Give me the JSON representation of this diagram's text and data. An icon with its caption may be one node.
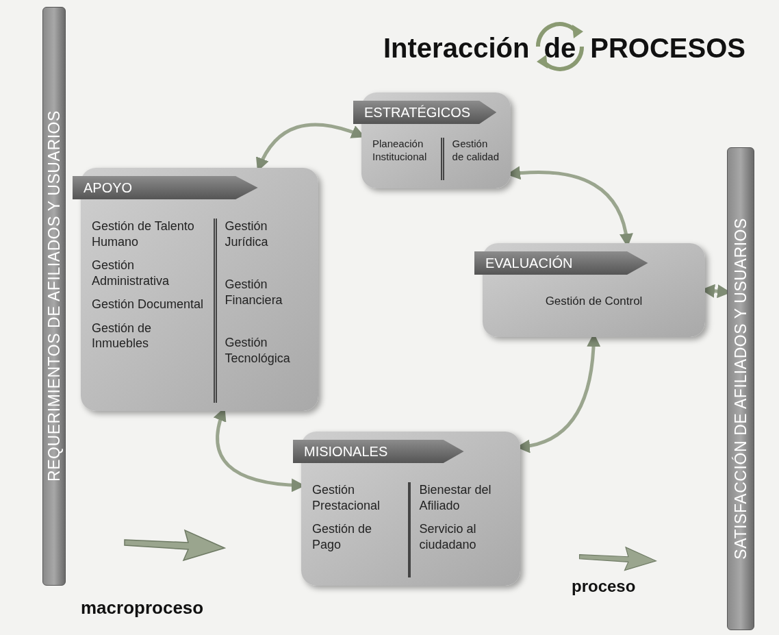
{
  "diagram": {
    "title": "Interacción de PROCESOS",
    "nodes": [
      {
        "text": [
          "REQUERIMIENTOS DE AFILIADOS Y USUARIOS"
        ]
      },
      {
        "text": [
          "SATISFACCIÓN DE AFILIADOS Y USUARIOS"
        ]
      },
      {
        "text": [
          "ESTRATÉGICOS",
          "Planeación Institucional",
          "Gestión de calidad"
        ]
      },
      {
        "text": [
          "APOYO",
          "Gestión de Talento Humano",
          "Gestión Administrativa",
          "Gestión Documental",
          "Gestión de Inmuebles",
          "Gestión Jurídica",
          "Gestión Financiera",
          "Gestión Tecnológica"
        ]
      },
      {
        "text": [
          "EVALUACIÓN",
          "Gestión de Control"
        ]
      },
      {
        "text": [
          "MISIONALES",
          "Gestión Prestacional",
          "Gestión de Pago",
          "Bienestar del Afiliado",
          "Servicio al ciudadano"
        ]
      }
    ],
    "edges": [
      {
        "from": 3,
        "to": 2,
        "arrow": "both"
      },
      {
        "from": 2,
        "to": 4,
        "arrow": "both"
      },
      {
        "from": 4,
        "to": 5,
        "arrow": "both"
      },
      {
        "from": 5,
        "to": 3,
        "arrow": "both"
      },
      {
        "from": 4,
        "to": 1,
        "arrow": "both"
      }
    ],
    "legend": [
      {
        "text": "macroproceso"
      },
      {
        "text": "proceso"
      }
    ]
  }
}
